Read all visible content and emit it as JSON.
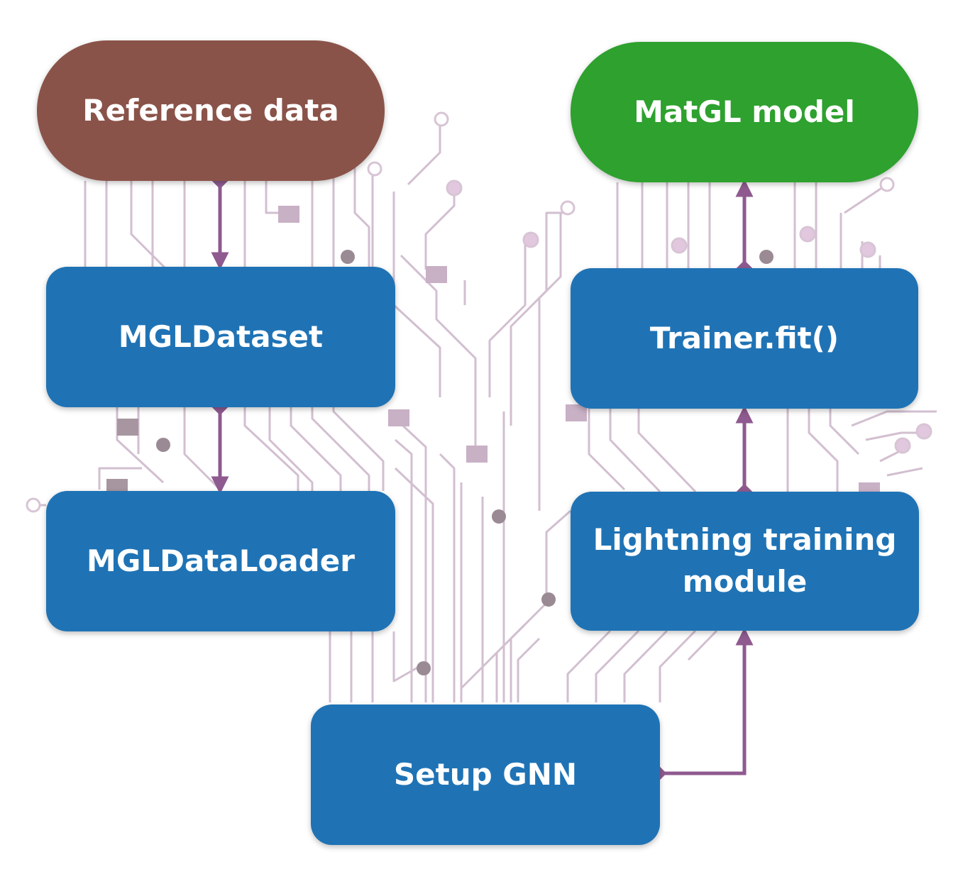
{
  "diagram": {
    "nodes": {
      "reference_data": "Reference data",
      "matgl_model": "MatGL model",
      "mgl_dataset": "MGLDataset",
      "trainer_fit": "Trainer.fit()",
      "mgl_dataloader": "MGLDataLoader",
      "lightning_module": "Lightning training\nmodule",
      "setup_gnn": "Setup GNN"
    },
    "edges": [
      {
        "from": "Reference data",
        "to": "MGLDataset"
      },
      {
        "from": "MGLDataset",
        "to": "MGLDataLoader"
      },
      {
        "from": "Setup GNN",
        "to": "Lightning training module"
      },
      {
        "from": "Lightning training module",
        "to": "Trainer.fit()"
      },
      {
        "from": "Trainer.fit()",
        "to": "MatGL model"
      }
    ]
  },
  "colors": {
    "box_blue": "#1f73b5",
    "reference_brown": "#8a5349",
    "model_green": "#2ea12f",
    "arrow_purple": "#8e5a8f",
    "circuit_trace": "#c9b3c6",
    "circuit_pad": "#a08a9e"
  },
  "background": "circuit-board-traces"
}
